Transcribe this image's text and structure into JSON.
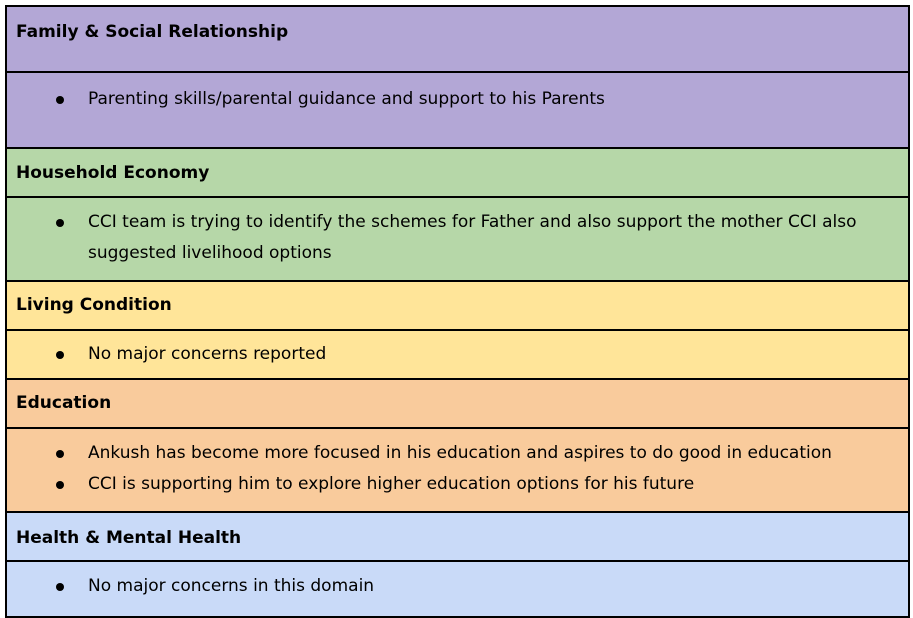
{
  "colors": {
    "family": "#b3a7d6",
    "household": "#b6d7a8",
    "living": "#ffe599",
    "education": "#f9cb9c",
    "health": "#c9daf8"
  },
  "sections": [
    {
      "heading": "Family & Social Relationship",
      "items": [
        "Parenting skills/parental guidance and support to his Parents"
      ]
    },
    {
      "heading": "Household Economy",
      "items": [
        "CCI team is trying to identify the schemes for Father and also support the mother CCI also suggested livelihood options"
      ]
    },
    {
      "heading": "Living Condition",
      "items": [
        "No major concerns reported"
      ]
    },
    {
      "heading": "Education",
      "items": [
        "Ankush has become more focused in his education and aspires to do good in education",
        "CCI is supporting him to explore higher education options for his future"
      ]
    },
    {
      "heading": "Health & Mental Health",
      "items": [
        "No major concerns in this domain"
      ]
    }
  ]
}
